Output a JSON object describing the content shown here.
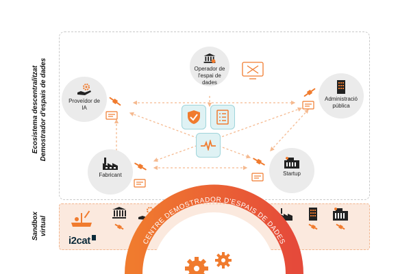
{
  "side_labels": {
    "ecosystem_line1": "Ecosistema descentralitzat",
    "ecosystem_line2": "Demostrador d'espais de dades",
    "sandbox_line1": "Sandbox",
    "sandbox_line2": "virtual"
  },
  "nodes": {
    "operador": [
      "Operador de",
      "l'espai de",
      "dades"
    ],
    "proveidor": [
      "Proveïdor de",
      "IA"
    ],
    "administracio": [
      "Administració",
      "pública"
    ],
    "fabricant": [
      "Fabricant"
    ],
    "startup": [
      "Startup"
    ]
  },
  "sandbox": {
    "logo": "i2cat"
  },
  "centre": {
    "arc_text": "CENTRE DEMOSTRADOR D'ESPAIS DE DADES"
  },
  "colors": {
    "accent": "#f07b2e",
    "node_fill": "#ebebeb",
    "center_fill": "#dff2f4",
    "band_fill": "#fbe9de"
  },
  "icons": {
    "operador": "bank-icon",
    "proveidor": "hand-gear-icon",
    "administracio": "office-building-icon",
    "fabricant": "factory-icon",
    "startup": "startup-building-icon",
    "center": [
      "shield-check-icon",
      "document-list-icon",
      "heartbeat-icon"
    ],
    "connector": "plug-connector-icon",
    "contract": "contract-card-icon"
  }
}
